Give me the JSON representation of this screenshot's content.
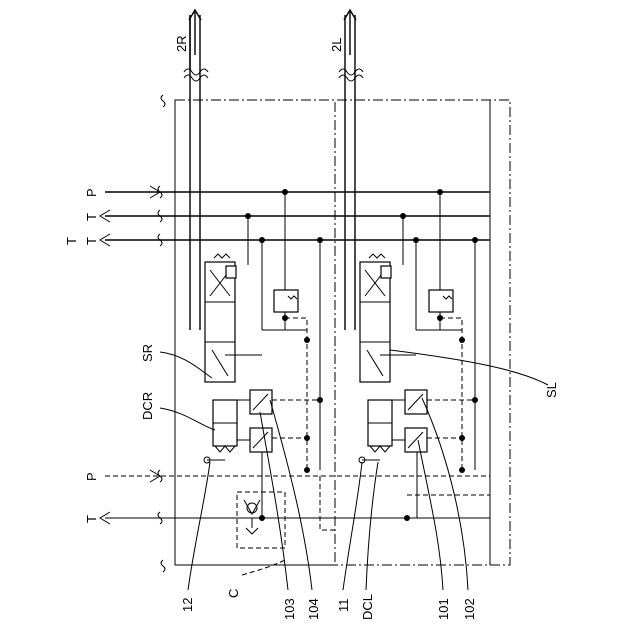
{
  "labels": {
    "out_right": "2R",
    "out_left": "2L",
    "port_p_top": "P",
    "port_t_top_1": "T",
    "port_t_top_2": "T",
    "port_t_top_3": "T",
    "port_p_bottom": "P",
    "port_t_bottom": "T",
    "sr": "SR",
    "dcr": "DCR",
    "sl": "SL",
    "ref_12": "12",
    "ref_c": "C",
    "ref_103": "103",
    "ref_104": "104",
    "ref_11": "11",
    "ref_dcl": "DCL",
    "ref_101": "101",
    "ref_102": "102"
  }
}
